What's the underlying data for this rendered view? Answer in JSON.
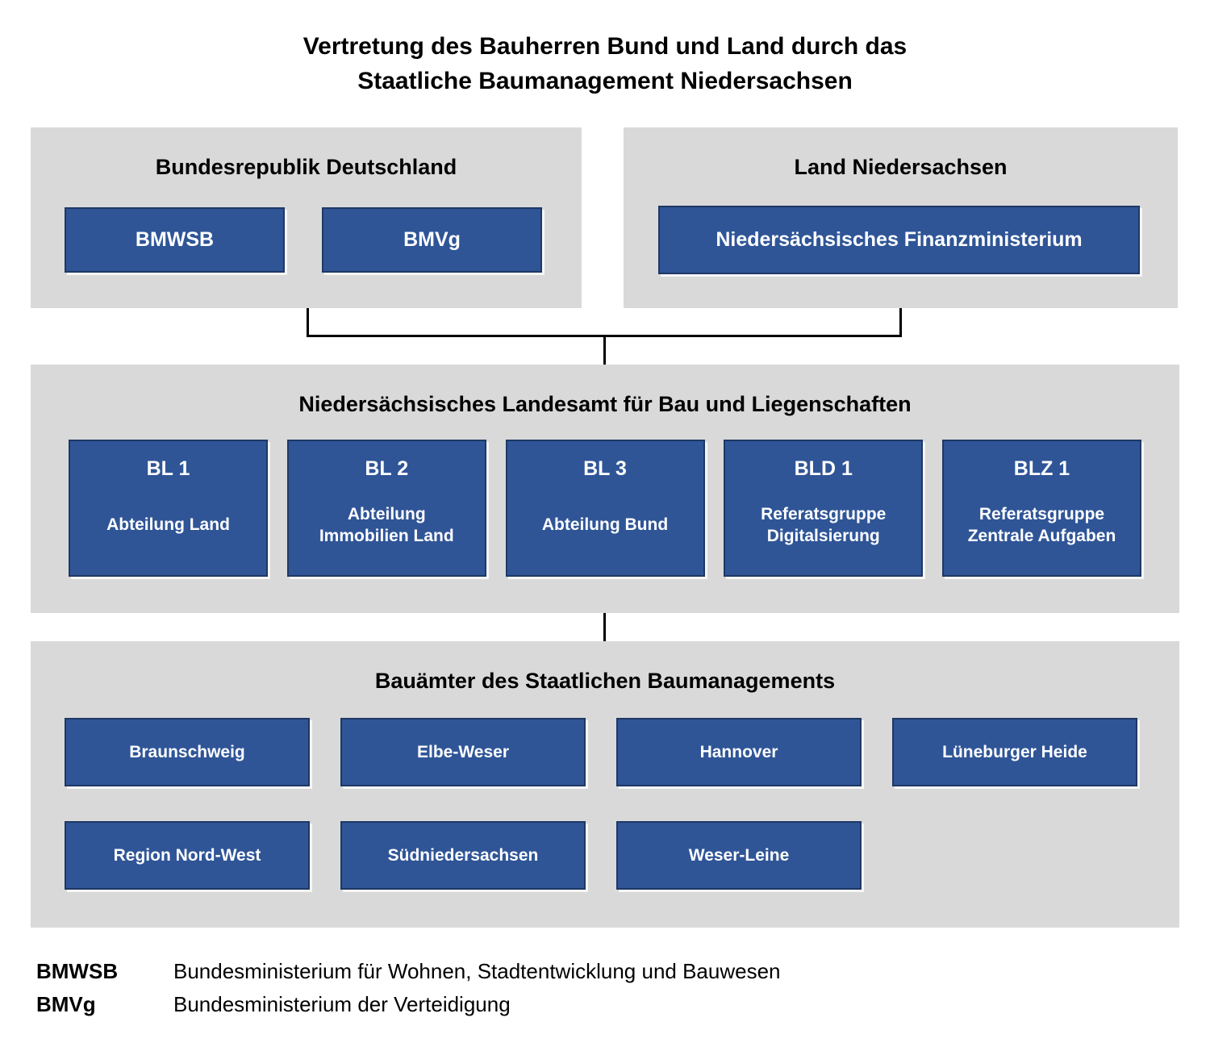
{
  "title": {
    "line1": "Vertretung des Bauherren Bund und Land durch das",
    "line2": "Staatliche Baumanagement Niedersachsen"
  },
  "colors": {
    "panel_background": "#d9d9d9",
    "box_fill": "#2f5597",
    "box_border": "#1f3864",
    "box_text": "#ffffff",
    "heading_text": "#000000",
    "connector_line": "#000000"
  },
  "federal_panel": {
    "header": "Bundesrepublik Deutschland",
    "boxes": [
      {
        "label": "BMWSB"
      },
      {
        "label": "BMVg"
      }
    ]
  },
  "state_panel": {
    "header": "Land Niedersachsen",
    "boxes": [
      {
        "label": "Niedersächsisches Finanzministerium"
      }
    ]
  },
  "landesamt_panel": {
    "header": "Niedersächsisches Landesamt für Bau und Liegenschaften",
    "boxes": [
      {
        "code": "BL 1",
        "label": "Abteilung Land"
      },
      {
        "code": "BL 2",
        "label": "Abteilung\nImmobilien Land"
      },
      {
        "code": "BL 3",
        "label": "Abteilung Bund"
      },
      {
        "code": "BLD 1",
        "label": "Referatsgruppe\nDigitalsierung"
      },
      {
        "code": "BLZ 1",
        "label": "Referatsgruppe\nZentrale Aufgaben"
      }
    ]
  },
  "bauaemter_panel": {
    "header": "Bauämter des Staatlichen Baumanagements",
    "row1": [
      {
        "label": "Braunschweig"
      },
      {
        "label": "Elbe-Weser"
      },
      {
        "label": "Hannover"
      },
      {
        "label": "Lüneburger Heide"
      }
    ],
    "row2": [
      {
        "label": "Region Nord-West"
      },
      {
        "label": "Südniedersachsen"
      },
      {
        "label": "Weser-Leine"
      }
    ]
  },
  "legend": {
    "entries": [
      {
        "abbr": "BMWSB",
        "description": "Bundesministerium für Wohnen, Stadtentwicklung und Bauwesen"
      },
      {
        "abbr": "BMVg",
        "description": "Bundesministerium der Verteidigung"
      }
    ]
  }
}
